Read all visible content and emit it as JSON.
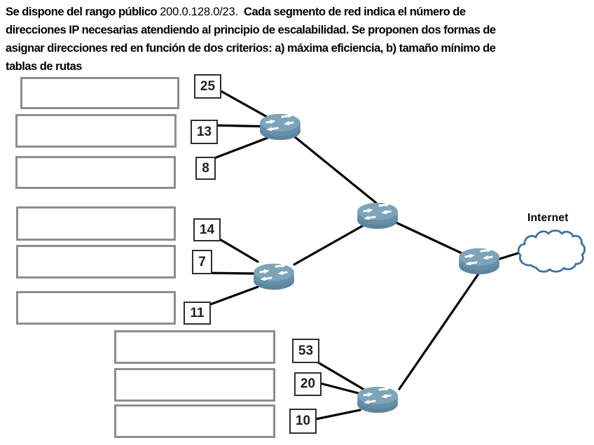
{
  "intro": {
    "line1_pre": "Se dispone del rango público ",
    "line1_range": "200.0.128.0/23.",
    "line1_post": "  Cada segmento de red indica el número de",
    "line2": "direcciones IP necesarias atendiendo al principio de escalabilidad. Se proponen dos formas de",
    "line3": "asignar direcciones red en función de dos criterios: a) máxima eficiencia, b) tamaño mínimo de",
    "line4": "tablas de rutas"
  },
  "segments": [
    "25",
    "13",
    "8",
    "14",
    "7",
    "11",
    "53",
    "20",
    "10"
  ],
  "answer_boxes": [
    "",
    "",
    "",
    "",
    "",
    "",
    "",
    "",
    ""
  ],
  "internet_label": "Internet",
  "topology": {
    "routers": [
      "router-top",
      "router-middle",
      "router-bottom",
      "router-core",
      "router-edge"
    ],
    "links": [
      "segment-25 - router-top",
      "segment-13 - router-top",
      "segment-8 - router-top",
      "segment-14 - router-middle",
      "segment-7 - router-middle",
      "segment-11 - router-middle",
      "segment-53 - router-bottom",
      "segment-20 - router-bottom",
      "segment-10 - router-bottom",
      "router-top - router-core",
      "router-middle - router-core",
      "router-core - router-edge",
      "router-edge - router-bottom",
      "router-edge - internet-cloud"
    ]
  },
  "colors": {
    "router_body": "#6590a9",
    "router_top": "#7ea4ba",
    "cloud_outline": "#41719c",
    "link_line": "#000000",
    "answer_box_border": "#8d8d8d",
    "label_box_border": "#2e2e2e"
  }
}
